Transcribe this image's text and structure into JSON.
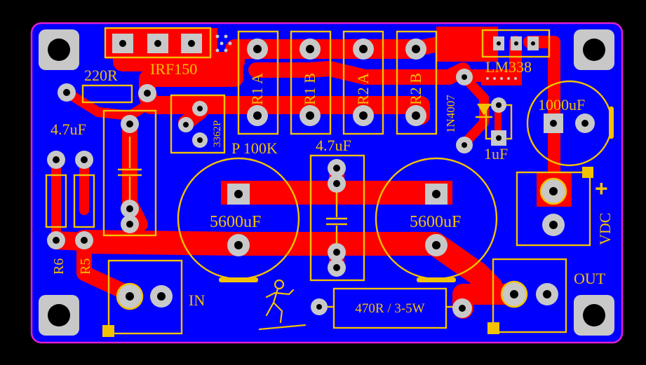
{
  "board": {
    "colors": {
      "background": "#000000",
      "board_fill": "#0000ff",
      "outline": "#e01fd0",
      "copper": "#ff0000",
      "silkscreen": "#f2c200",
      "pad": "#c8c8c8"
    }
  },
  "labels": {
    "r_220": "220R",
    "irf": "IRF150",
    "lm338": "LM338",
    "r1a": "R1 A",
    "r1b": "R1 B",
    "r2a": "R2 A",
    "r2b": "R2 B",
    "diode": "1N4007",
    "cap_1000": "1000uF",
    "cap_47_left": "4.7uF",
    "trimmer": "3362P",
    "pot": "P 100K",
    "cap_47_mid": "4.7uF",
    "cap_1u": "1uF",
    "cap_5600_left": "5600uF",
    "cap_5600_right": "5600uF",
    "plus": "+",
    "vdc": "VDC",
    "r6": "R6",
    "r5": "R5",
    "in": "IN",
    "out": "OUT",
    "power_res": "470R / 3-5W"
  }
}
